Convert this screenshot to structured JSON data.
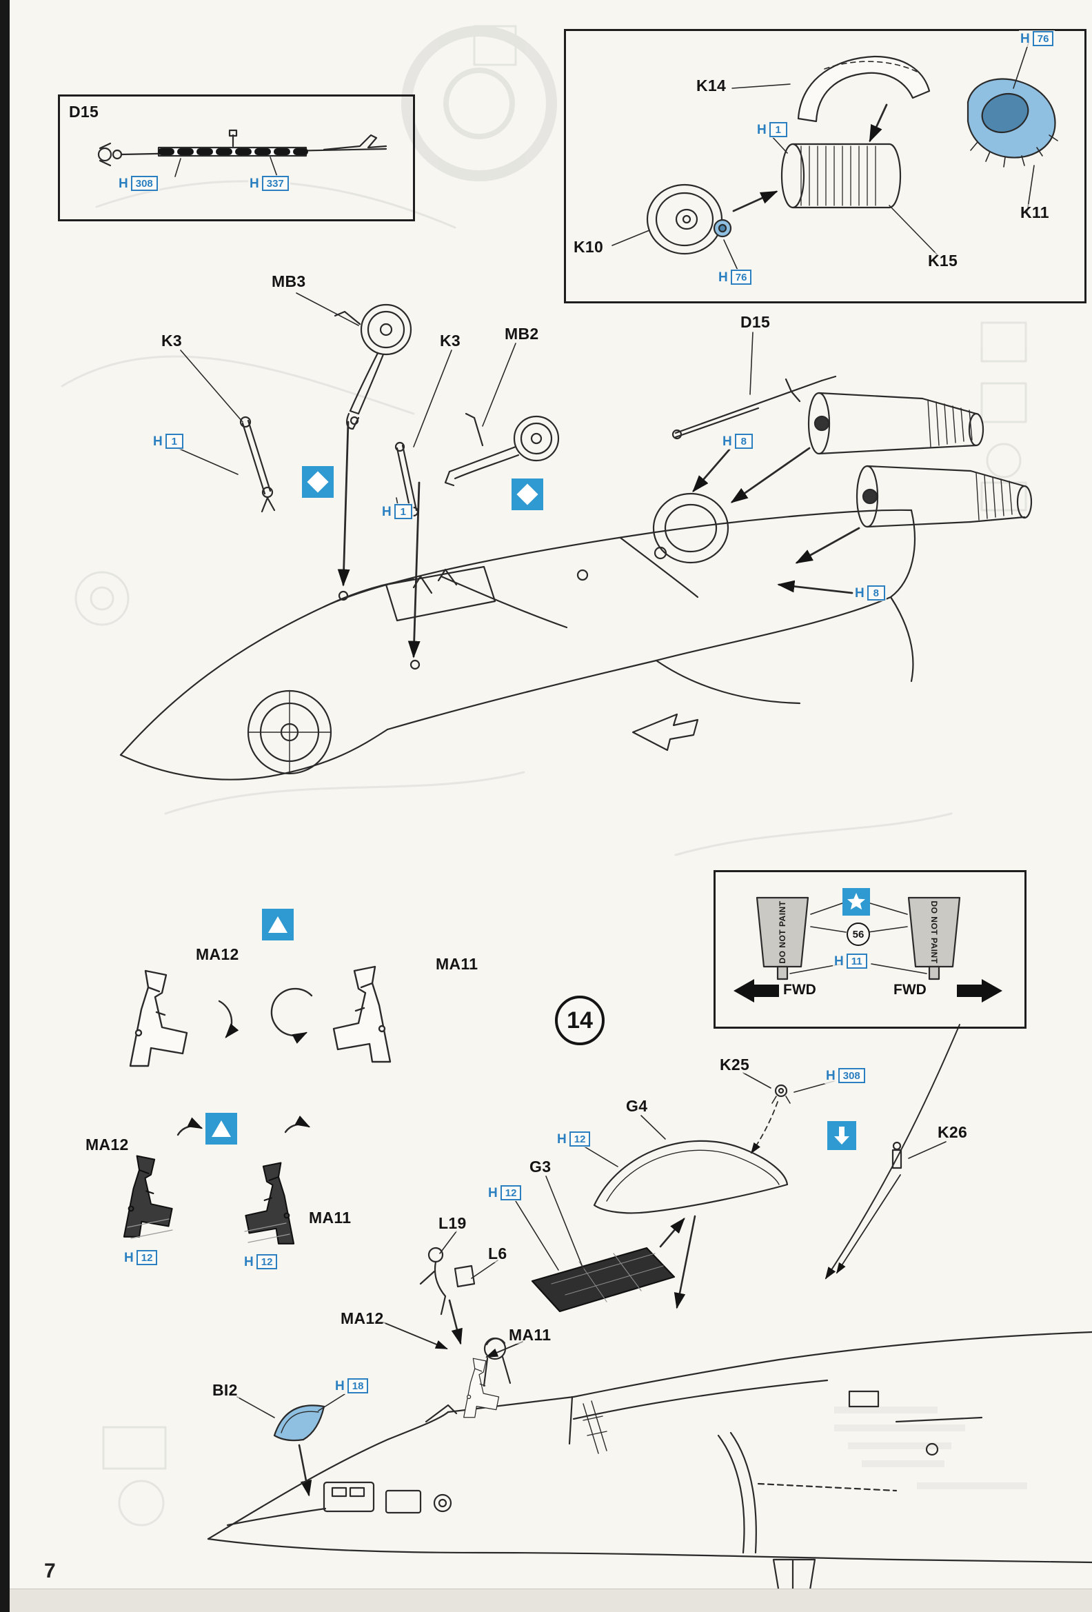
{
  "page": {
    "number": "7"
  },
  "colors": {
    "callout_blue": "#2a7fc0",
    "symbol_blue": "#2f9ad2",
    "part_blue": "#8fc0e2"
  },
  "inset_d15": {
    "title": "D15",
    "h308": {
      "p": "H",
      "n": "308"
    },
    "h337": {
      "p": "H",
      "n": "337"
    }
  },
  "engine_box": {
    "k14": "K14",
    "k10": "K10",
    "k11": "K11",
    "k15": "K15",
    "h76_top": {
      "p": "H",
      "n": "76"
    },
    "h1": {
      "p": "H",
      "n": "1"
    },
    "h76_bot": {
      "p": "H",
      "n": "76"
    }
  },
  "gear": {
    "mb3": "MB3",
    "k3a": "K3",
    "k3b": "K3",
    "mb2": "MB2",
    "d15": "D15",
    "h1a": {
      "p": "H",
      "n": "1"
    },
    "h1b": {
      "p": "H",
      "n": "1"
    },
    "h8a": {
      "p": "H",
      "n": "8"
    },
    "h8b": {
      "p": "H",
      "n": "8"
    }
  },
  "step14": {
    "number": "14",
    "fwd_box": {
      "dnp_left": "DO NOT PAINT",
      "dnp_right": "DO NOT PAINT",
      "c56": "56",
      "h11": {
        "p": "H",
        "n": "11"
      },
      "fwd_left": "FWD",
      "fwd_right": "FWD"
    },
    "seats_top": {
      "ma12": "MA12",
      "ma11": "MA11"
    },
    "seats_bottom": {
      "ma12": "MA12",
      "ma11": "MA11",
      "h12a": {
        "p": "H",
        "n": "12"
      },
      "h12b": {
        "p": "H",
        "n": "12"
      }
    }
  },
  "cockpit": {
    "k25": "K25",
    "h308": {
      "p": "H",
      "n": "308"
    },
    "g4": "G4",
    "h12_g4": {
      "p": "H",
      "n": "12"
    },
    "g3": "G3",
    "h12_g3": {
      "p": "H",
      "n": "12"
    },
    "k26": "K26",
    "l19": "L19",
    "l6": "L6",
    "ma12": "MA12",
    "ma11": "MA11",
    "bi2": "BI2",
    "h18": {
      "p": "H",
      "n": "18"
    }
  }
}
